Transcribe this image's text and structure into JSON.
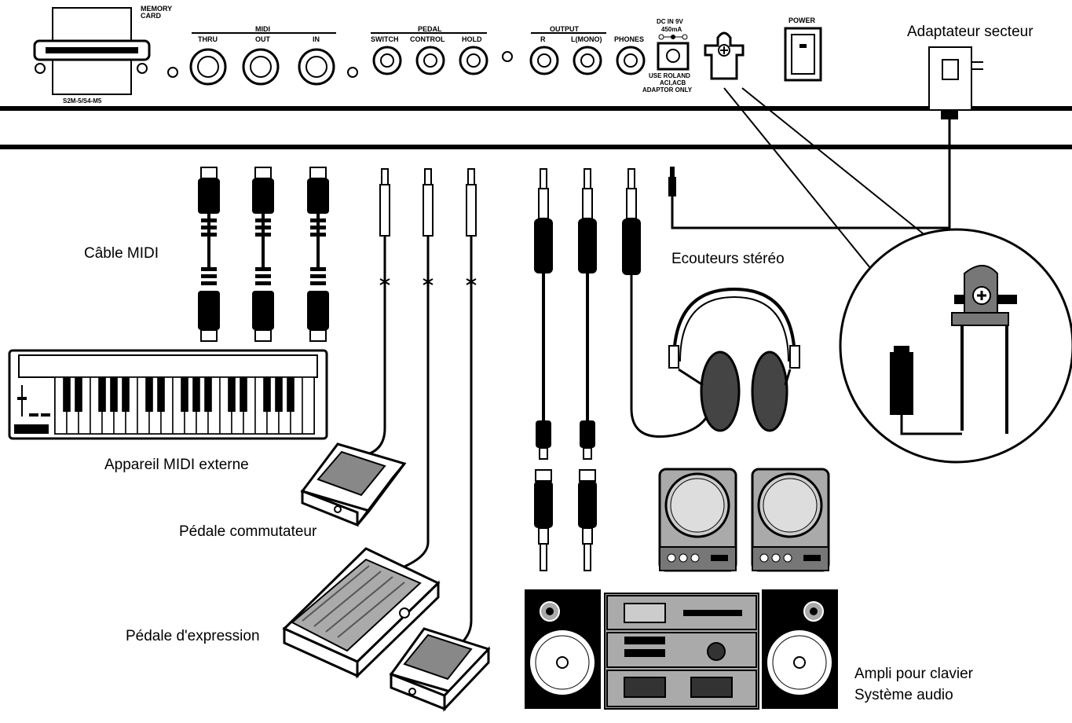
{
  "panel": {
    "memory_card": "MEMORY CARD",
    "memory_card_line1": "MEMORY",
    "memory_card_line2": "CARD",
    "card_model": "S2M-5/S4-M5",
    "midi_group": "MIDI",
    "midi_thru": "THRU",
    "midi_out": "OUT",
    "midi_in": "IN",
    "pedal_group": "PEDAL",
    "pedal_switch": "SWITCH",
    "pedal_control": "CONTROL",
    "pedal_hold": "HOLD",
    "output_group": "OUTPUT",
    "output_r": "R",
    "output_l": "L(MONO)",
    "phones": "PHONES",
    "dc_in_line1": "DC IN 9V",
    "dc_in_line2": "450mA",
    "dc_note_line1": "USE ROLAND",
    "dc_note_line2": "ACI,ACB",
    "dc_note_line3": "ADAPTOR ONLY",
    "power": "POWER"
  },
  "labels": {
    "adapter": "Adaptateur secteur",
    "midi_cable": "Câble MIDI",
    "headphones": "Ecouteurs stéréo",
    "midi_device": "Appareil MIDI externe",
    "switch_pedal": "Pédale commutateur",
    "expression_pedal": "Pédale d'expression",
    "amp_line1": "Ampli pour clavier",
    "amp_line2": "Système audio"
  }
}
